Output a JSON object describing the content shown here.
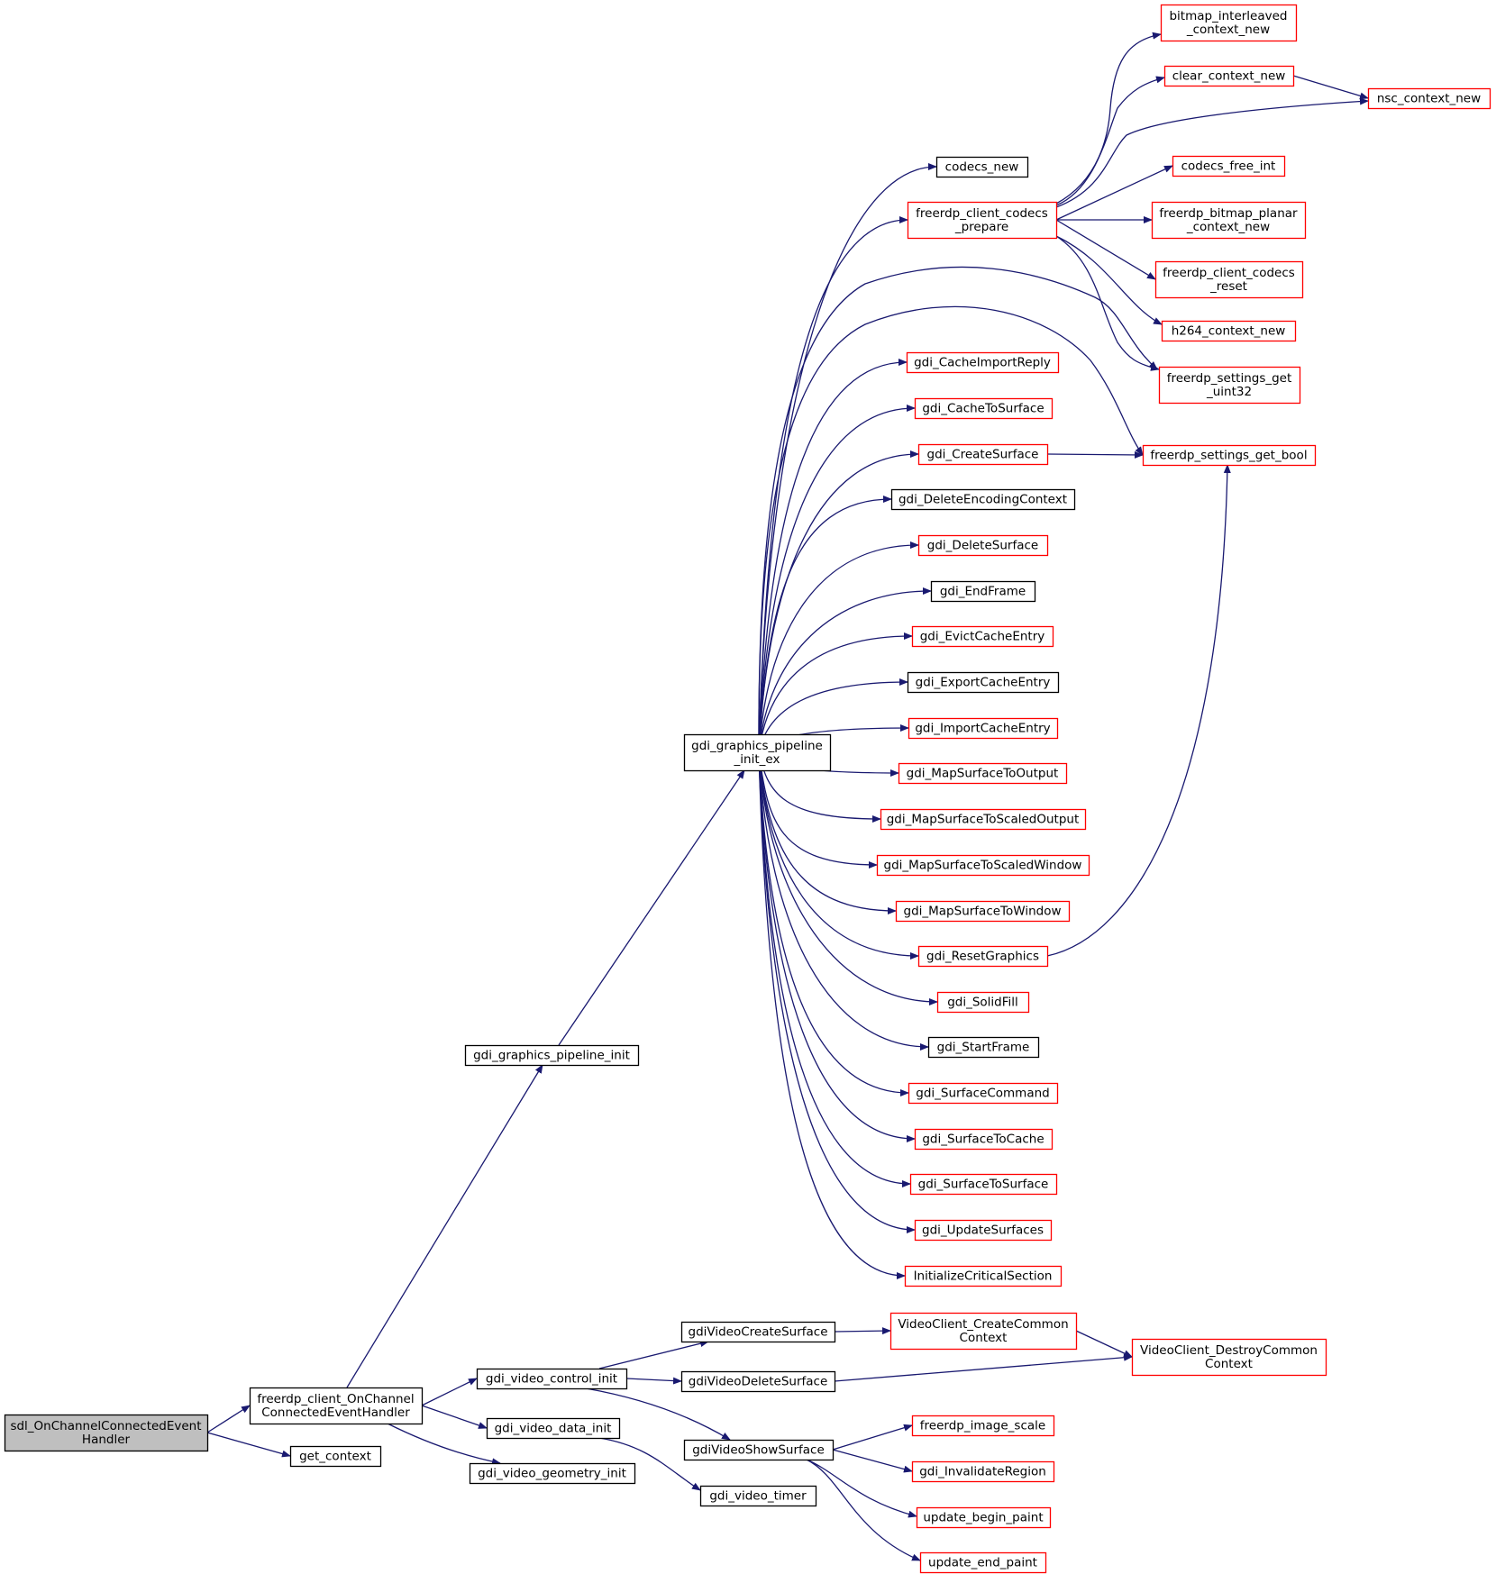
{
  "colors": {
    "edge": "#191970",
    "border_documented": "#000000",
    "border_undocumented": "#ff0000",
    "root_fill": "#bfbfbf",
    "node_fill": "#ffffff"
  },
  "nodes": [
    {
      "id": "sdl_OnChannelConnectedEventHandler",
      "lines": [
        "sdl_OnChannelConnectedEvent",
        "Handler"
      ],
      "style": "root"
    },
    {
      "id": "freerdp_client_OnChannelConnectedEventHandler",
      "lines": [
        "freerdp_client_OnChannel",
        "ConnectedEventHandler"
      ],
      "style": "black"
    },
    {
      "id": "get_context",
      "lines": [
        "get_context"
      ],
      "style": "black"
    },
    {
      "id": "gdi_graphics_pipeline_init",
      "lines": [
        "gdi_graphics_pipeline_init"
      ],
      "style": "black"
    },
    {
      "id": "gdi_video_control_init",
      "lines": [
        "gdi_video_control_init"
      ],
      "style": "black"
    },
    {
      "id": "gdi_video_data_init",
      "lines": [
        "gdi_video_data_init"
      ],
      "style": "black"
    },
    {
      "id": "gdi_video_geometry_init",
      "lines": [
        "gdi_video_geometry_init"
      ],
      "style": "black"
    },
    {
      "id": "gdi_graphics_pipeline_init_ex",
      "lines": [
        "gdi_graphics_pipeline",
        "_init_ex"
      ],
      "style": "black"
    },
    {
      "id": "gdiVideoCreateSurface",
      "lines": [
        "gdiVideoCreateSurface"
      ],
      "style": "black"
    },
    {
      "id": "gdiVideoDeleteSurface",
      "lines": [
        "gdiVideoDeleteSurface"
      ],
      "style": "black"
    },
    {
      "id": "gdiVideoShowSurface",
      "lines": [
        "gdiVideoShowSurface"
      ],
      "style": "black"
    },
    {
      "id": "gdi_video_timer",
      "lines": [
        "gdi_video_timer"
      ],
      "style": "black"
    },
    {
      "id": "codecs_new",
      "lines": [
        "codecs_new"
      ],
      "style": "black"
    },
    {
      "id": "freerdp_client_codecs_prepare",
      "lines": [
        "freerdp_client_codecs",
        "_prepare"
      ],
      "style": "red"
    },
    {
      "id": "gdi_CacheImportReply",
      "lines": [
        "gdi_CacheImportReply"
      ],
      "style": "red"
    },
    {
      "id": "gdi_CacheToSurface",
      "lines": [
        "gdi_CacheToSurface"
      ],
      "style": "red"
    },
    {
      "id": "gdi_CreateSurface",
      "lines": [
        "gdi_CreateSurface"
      ],
      "style": "red"
    },
    {
      "id": "gdi_DeleteEncodingContext",
      "lines": [
        "gdi_DeleteEncodingContext"
      ],
      "style": "black"
    },
    {
      "id": "gdi_DeleteSurface",
      "lines": [
        "gdi_DeleteSurface"
      ],
      "style": "red"
    },
    {
      "id": "gdi_EndFrame",
      "lines": [
        "gdi_EndFrame"
      ],
      "style": "black"
    },
    {
      "id": "gdi_EvictCacheEntry",
      "lines": [
        "gdi_EvictCacheEntry"
      ],
      "style": "red"
    },
    {
      "id": "gdi_ExportCacheEntry",
      "lines": [
        "gdi_ExportCacheEntry"
      ],
      "style": "black"
    },
    {
      "id": "gdi_ImportCacheEntry",
      "lines": [
        "gdi_ImportCacheEntry"
      ],
      "style": "red"
    },
    {
      "id": "gdi_MapSurfaceToOutput",
      "lines": [
        "gdi_MapSurfaceToOutput"
      ],
      "style": "red"
    },
    {
      "id": "gdi_MapSurfaceToScaledOutput",
      "lines": [
        "gdi_MapSurfaceToScaledOutput"
      ],
      "style": "red"
    },
    {
      "id": "gdi_MapSurfaceToScaledWindow",
      "lines": [
        "gdi_MapSurfaceToScaledWindow"
      ],
      "style": "red"
    },
    {
      "id": "gdi_MapSurfaceToWindow",
      "lines": [
        "gdi_MapSurfaceToWindow"
      ],
      "style": "red"
    },
    {
      "id": "gdi_ResetGraphics",
      "lines": [
        "gdi_ResetGraphics"
      ],
      "style": "red"
    },
    {
      "id": "gdi_SolidFill",
      "lines": [
        "gdi_SolidFill"
      ],
      "style": "red"
    },
    {
      "id": "gdi_StartFrame",
      "lines": [
        "gdi_StartFrame"
      ],
      "style": "black"
    },
    {
      "id": "gdi_SurfaceCommand",
      "lines": [
        "gdi_SurfaceCommand"
      ],
      "style": "red"
    },
    {
      "id": "gdi_SurfaceToCache",
      "lines": [
        "gdi_SurfaceToCache"
      ],
      "style": "red"
    },
    {
      "id": "gdi_SurfaceToSurface",
      "lines": [
        "gdi_SurfaceToSurface"
      ],
      "style": "red"
    },
    {
      "id": "gdi_UpdateSurfaces",
      "lines": [
        "gdi_UpdateSurfaces"
      ],
      "style": "red"
    },
    {
      "id": "InitializeCriticalSection",
      "lines": [
        "InitializeCriticalSection"
      ],
      "style": "red"
    },
    {
      "id": "VideoClient_CreateCommonContext",
      "lines": [
        "VideoClient_CreateCommon",
        "Context"
      ],
      "style": "red"
    },
    {
      "id": "freerdp_image_scale",
      "lines": [
        "freerdp_image_scale"
      ],
      "style": "red"
    },
    {
      "id": "gdi_InvalidateRegion",
      "lines": [
        "gdi_InvalidateRegion"
      ],
      "style": "red"
    },
    {
      "id": "update_begin_paint",
      "lines": [
        "update_begin_paint"
      ],
      "style": "red"
    },
    {
      "id": "update_end_paint",
      "lines": [
        "update_end_paint"
      ],
      "style": "red"
    },
    {
      "id": "bitmap_interleaved_context_new",
      "lines": [
        "bitmap_interleaved",
        "_context_new"
      ],
      "style": "red"
    },
    {
      "id": "clear_context_new",
      "lines": [
        "clear_context_new"
      ],
      "style": "red"
    },
    {
      "id": "nsc_context_new",
      "lines": [
        "nsc_context_new"
      ],
      "style": "red"
    },
    {
      "id": "codecs_free_int",
      "lines": [
        "codecs_free_int"
      ],
      "style": "red"
    },
    {
      "id": "freerdp_bitmap_planar_context_new",
      "lines": [
        "freerdp_bitmap_planar",
        "_context_new"
      ],
      "style": "red"
    },
    {
      "id": "freerdp_client_codecs_reset",
      "lines": [
        "freerdp_client_codecs",
        "_reset"
      ],
      "style": "red"
    },
    {
      "id": "h264_context_new",
      "lines": [
        "h264_context_new"
      ],
      "style": "red"
    },
    {
      "id": "freerdp_settings_get_uint32",
      "lines": [
        "freerdp_settings_get",
        "_uint32"
      ],
      "style": "red"
    },
    {
      "id": "freerdp_settings_get_bool",
      "lines": [
        "freerdp_settings_get_bool"
      ],
      "style": "red"
    },
    {
      "id": "VideoClient_DestroyCommonContext",
      "lines": [
        "VideoClient_DestroyCommon",
        "Context"
      ],
      "style": "red"
    }
  ],
  "edges": [
    [
      "sdl_OnChannelConnectedEventHandler",
      "freerdp_client_OnChannelConnectedEventHandler"
    ],
    [
      "sdl_OnChannelConnectedEventHandler",
      "get_context"
    ],
    [
      "freerdp_client_OnChannelConnectedEventHandler",
      "gdi_graphics_pipeline_init"
    ],
    [
      "freerdp_client_OnChannelConnectedEventHandler",
      "gdi_video_control_init"
    ],
    [
      "freerdp_client_OnChannelConnectedEventHandler",
      "gdi_video_data_init"
    ],
    [
      "freerdp_client_OnChannelConnectedEventHandler",
      "gdi_video_geometry_init"
    ],
    [
      "gdi_graphics_pipeline_init",
      "gdi_graphics_pipeline_init_ex"
    ],
    [
      "gdi_graphics_pipeline_init_ex",
      "codecs_new"
    ],
    [
      "gdi_graphics_pipeline_init_ex",
      "freerdp_client_codecs_prepare"
    ],
    [
      "gdi_graphics_pipeline_init_ex",
      "freerdp_settings_get_uint32"
    ],
    [
      "gdi_graphics_pipeline_init_ex",
      "freerdp_settings_get_bool"
    ],
    [
      "gdi_graphics_pipeline_init_ex",
      "gdi_CacheImportReply"
    ],
    [
      "gdi_graphics_pipeline_init_ex",
      "gdi_CacheToSurface"
    ],
    [
      "gdi_graphics_pipeline_init_ex",
      "gdi_CreateSurface"
    ],
    [
      "gdi_graphics_pipeline_init_ex",
      "gdi_DeleteEncodingContext"
    ],
    [
      "gdi_graphics_pipeline_init_ex",
      "gdi_DeleteSurface"
    ],
    [
      "gdi_graphics_pipeline_init_ex",
      "gdi_EndFrame"
    ],
    [
      "gdi_graphics_pipeline_init_ex",
      "gdi_EvictCacheEntry"
    ],
    [
      "gdi_graphics_pipeline_init_ex",
      "gdi_ExportCacheEntry"
    ],
    [
      "gdi_graphics_pipeline_init_ex",
      "gdi_ImportCacheEntry"
    ],
    [
      "gdi_graphics_pipeline_init_ex",
      "gdi_MapSurfaceToOutput"
    ],
    [
      "gdi_graphics_pipeline_init_ex",
      "gdi_MapSurfaceToScaledOutput"
    ],
    [
      "gdi_graphics_pipeline_init_ex",
      "gdi_MapSurfaceToScaledWindow"
    ],
    [
      "gdi_graphics_pipeline_init_ex",
      "gdi_MapSurfaceToWindow"
    ],
    [
      "gdi_graphics_pipeline_init_ex",
      "gdi_ResetGraphics"
    ],
    [
      "gdi_graphics_pipeline_init_ex",
      "gdi_SolidFill"
    ],
    [
      "gdi_graphics_pipeline_init_ex",
      "gdi_StartFrame"
    ],
    [
      "gdi_graphics_pipeline_init_ex",
      "gdi_SurfaceCommand"
    ],
    [
      "gdi_graphics_pipeline_init_ex",
      "gdi_SurfaceToCache"
    ],
    [
      "gdi_graphics_pipeline_init_ex",
      "gdi_SurfaceToSurface"
    ],
    [
      "gdi_graphics_pipeline_init_ex",
      "gdi_UpdateSurfaces"
    ],
    [
      "gdi_graphics_pipeline_init_ex",
      "InitializeCriticalSection"
    ],
    [
      "freerdp_client_codecs_prepare",
      "bitmap_interleaved_context_new"
    ],
    [
      "freerdp_client_codecs_prepare",
      "clear_context_new"
    ],
    [
      "freerdp_client_codecs_prepare",
      "nsc_context_new"
    ],
    [
      "freerdp_client_codecs_prepare",
      "codecs_free_int"
    ],
    [
      "freerdp_client_codecs_prepare",
      "freerdp_bitmap_planar_context_new"
    ],
    [
      "freerdp_client_codecs_prepare",
      "freerdp_client_codecs_reset"
    ],
    [
      "freerdp_client_codecs_prepare",
      "h264_context_new"
    ],
    [
      "freerdp_client_codecs_prepare",
      "freerdp_settings_get_uint32"
    ],
    [
      "clear_context_new",
      "nsc_context_new"
    ],
    [
      "gdi_CreateSurface",
      "freerdp_settings_get_bool"
    ],
    [
      "gdi_ResetGraphics",
      "freerdp_settings_get_bool"
    ],
    [
      "gdi_video_control_init",
      "gdiVideoCreateSurface"
    ],
    [
      "gdi_video_control_init",
      "gdiVideoDeleteSurface"
    ],
    [
      "gdi_video_control_init",
      "gdiVideoShowSurface"
    ],
    [
      "gdi_video_data_init",
      "gdi_video_timer"
    ],
    [
      "gdiVideoCreateSurface",
      "VideoClient_CreateCommonContext"
    ],
    [
      "gdiVideoDeleteSurface",
      "VideoClient_DestroyCommonContext"
    ],
    [
      "VideoClient_CreateCommonContext",
      "VideoClient_DestroyCommonContext"
    ],
    [
      "gdiVideoShowSurface",
      "freerdp_image_scale"
    ],
    [
      "gdiVideoShowSurface",
      "gdi_InvalidateRegion"
    ],
    [
      "gdiVideoShowSurface",
      "update_begin_paint"
    ],
    [
      "gdiVideoShowSurface",
      "update_end_paint"
    ]
  ]
}
